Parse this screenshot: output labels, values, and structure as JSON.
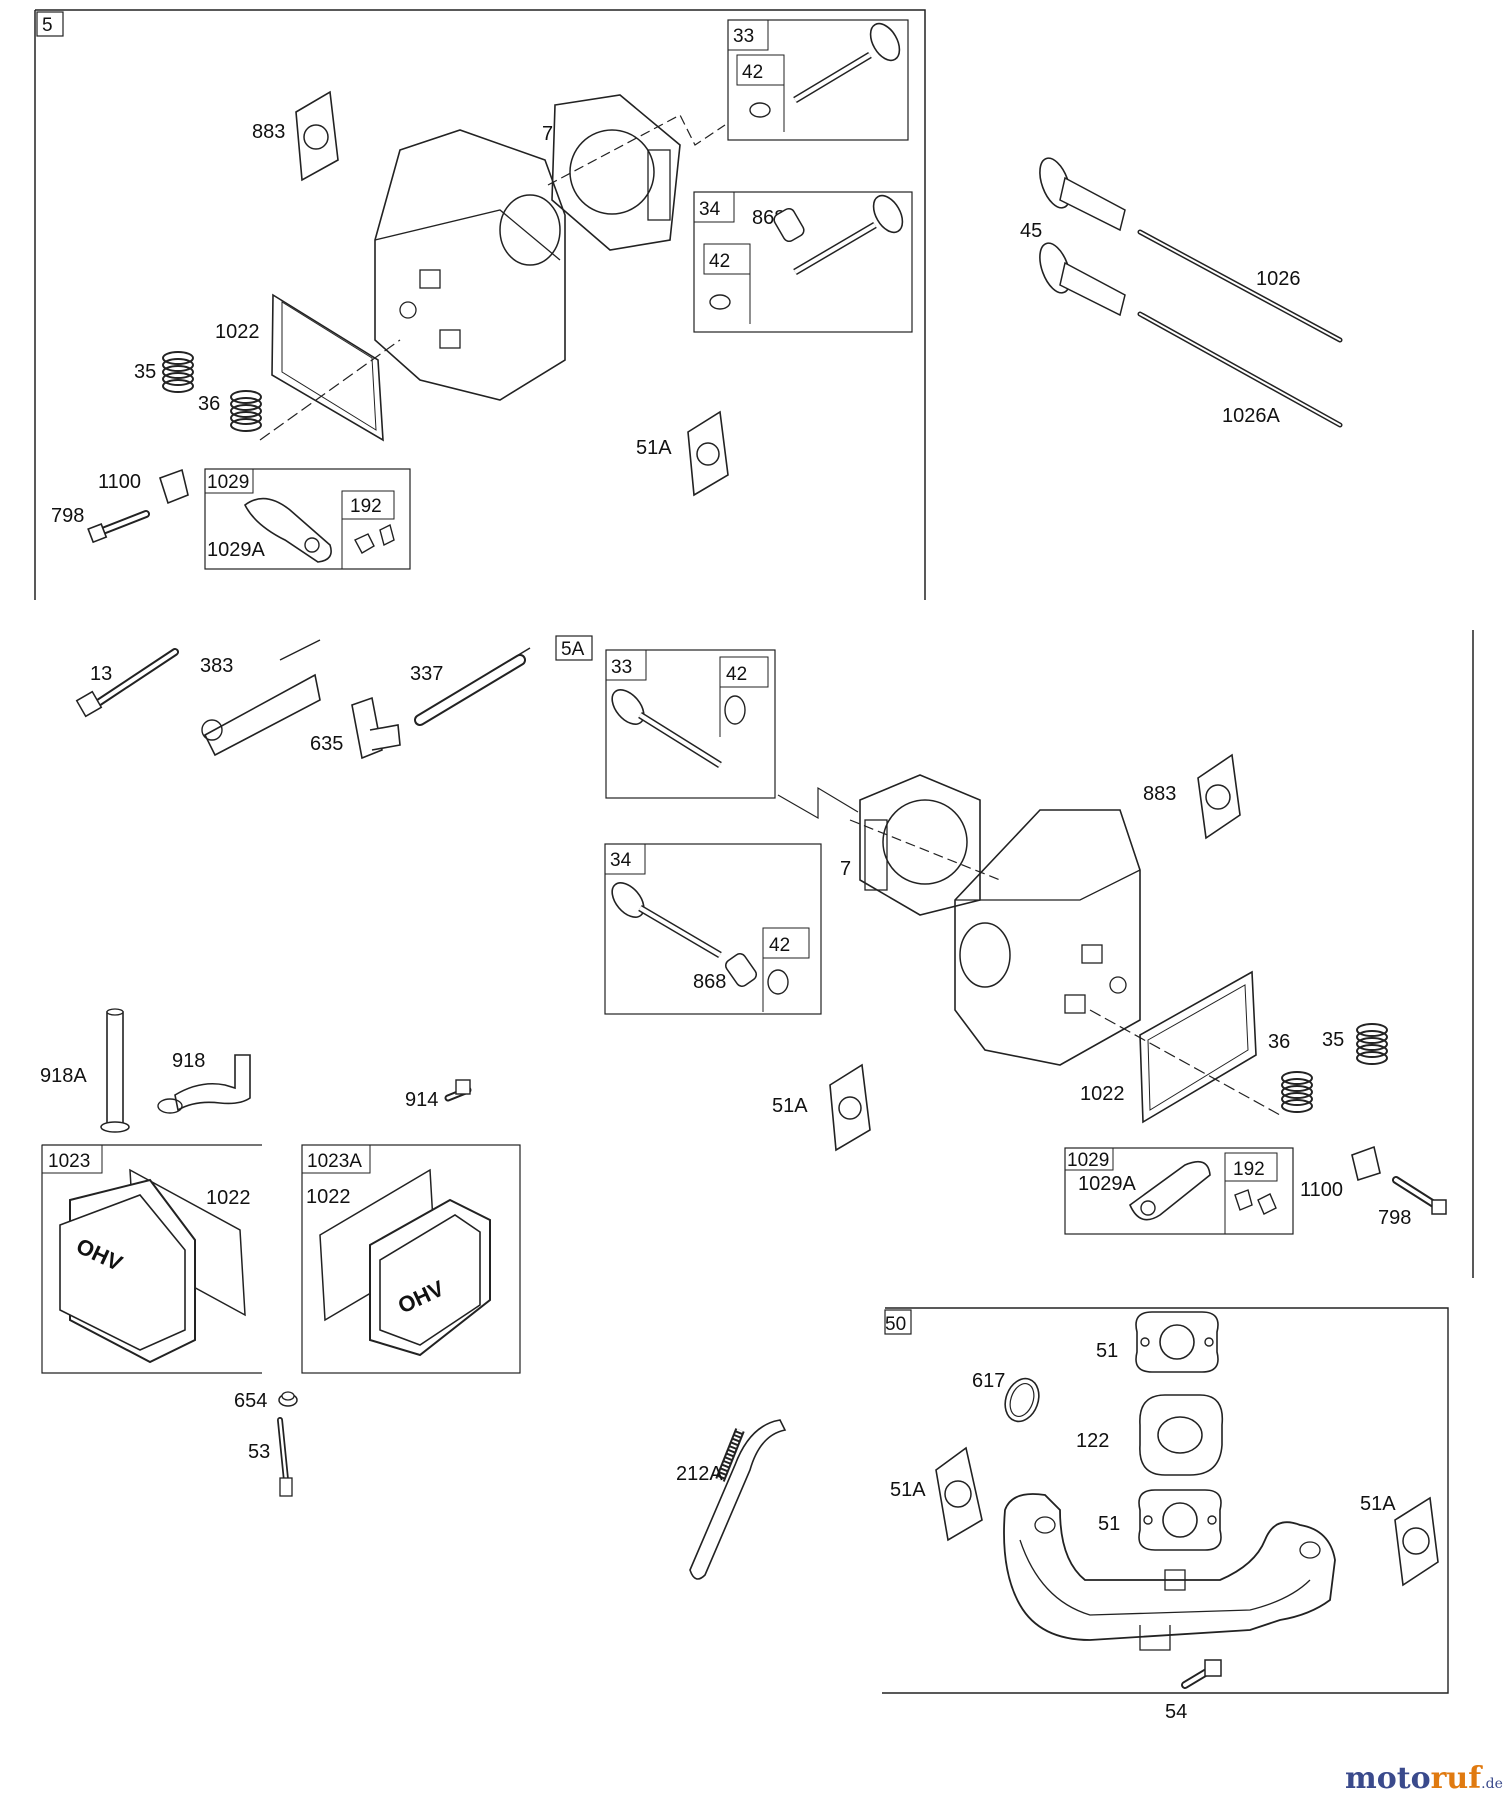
{
  "sections": {
    "s5": "5",
    "s5a": "5A",
    "s50": "50",
    "s1023": "1023",
    "s1023a": "1023A"
  },
  "group_labels": {
    "g33_top": "33",
    "g42_top": "42",
    "g34_top": "34",
    "g42_top2": "42",
    "g1029_top": "1029",
    "g192_top": "192",
    "g33_mid": "33",
    "g42_mid": "42",
    "g34_mid": "34",
    "g42_mid2": "42",
    "g1029_mid": "1029",
    "g192_mid": "192"
  },
  "part_labels": {
    "p883_top": "883",
    "p7_top": "7",
    "p868_top": "868",
    "p1022_top": "1022",
    "p35_top": "35",
    "p36_top": "36",
    "p51a_top": "51A",
    "p1100_top": "1100",
    "p798_top": "798",
    "p1029a_top": "1029A",
    "p45": "45",
    "p1026": "1026",
    "p1026a": "1026A",
    "p13": "13",
    "p383": "383",
    "p337": "337",
    "p635": "635",
    "p883_mid": "883",
    "p7_mid": "7",
    "p868_mid": "868",
    "p36_mid": "36",
    "p35_mid": "35",
    "p1022_mid": "1022",
    "p51a_mid": "51A",
    "p1029a_mid": "1029A",
    "p1100_mid": "1100",
    "p798_mid": "798",
    "p918a": "918A",
    "p918": "918",
    "p914": "914",
    "p1022_c1": "1022",
    "p1022_c2": "1022",
    "p654": "654",
    "p53": "53",
    "p212a": "212A",
    "p51_a": "51",
    "p617": "617",
    "p122": "122",
    "p51a_l": "51A",
    "p51_b": "51",
    "p51a_r": "51A",
    "p54": "54"
  },
  "cover_text": "OHV",
  "watermark": {
    "brand_a": "moto",
    "brand_b": "ruf",
    "tld": ".de"
  }
}
